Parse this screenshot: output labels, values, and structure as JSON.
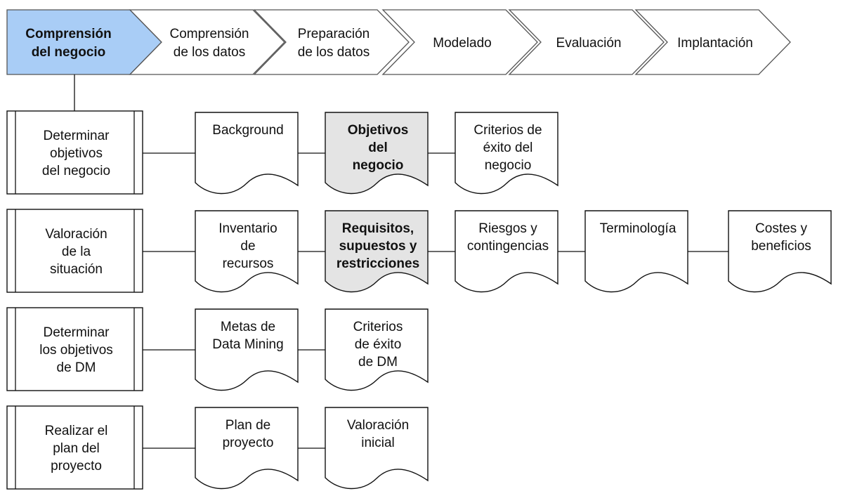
{
  "phases": [
    {
      "lines": [
        "Comprensión",
        "del negocio"
      ],
      "active": true
    },
    {
      "lines": [
        "Comprensión",
        "de los datos"
      ],
      "active": false
    },
    {
      "lines": [
        "Preparación",
        "de los datos"
      ],
      "active": false
    },
    {
      "lines": [
        "Modelado"
      ],
      "active": false
    },
    {
      "lines": [
        "Evaluación"
      ],
      "active": false
    },
    {
      "lines": [
        "Implantación"
      ],
      "active": false
    }
  ],
  "rows": [
    {
      "task": [
        "Determinar",
        "objetivos",
        "del negocio"
      ],
      "outputs": [
        {
          "lines": [
            "Background"
          ],
          "highlight": false
        },
        {
          "lines": [
            "Objetivos",
            "del",
            "negocio"
          ],
          "highlight": true
        },
        {
          "lines": [
            "Criterios de",
            "éxito del",
            "negocio"
          ],
          "highlight": false
        }
      ]
    },
    {
      "task": [
        "Valoración",
        "de la",
        "situación"
      ],
      "outputs": [
        {
          "lines": [
            "Inventario",
            "de",
            "recursos"
          ],
          "highlight": false
        },
        {
          "lines": [
            "Requisitos,",
            "supuestos y",
            "restricciones"
          ],
          "highlight": true
        },
        {
          "lines": [
            "Riesgos y",
            "contingencias"
          ],
          "highlight": false
        },
        {
          "lines": [
            "Terminología"
          ],
          "highlight": false
        },
        {
          "lines": [
            "Costes y",
            "beneficios"
          ],
          "highlight": false
        }
      ]
    },
    {
      "task": [
        "Determinar",
        "los objetivos",
        "de DM"
      ],
      "outputs": [
        {
          "lines": [
            "Metas de",
            "Data Mining"
          ],
          "highlight": false
        },
        {
          "lines": [
            "Criterios",
            "de éxito",
            "de DM"
          ],
          "highlight": false
        }
      ]
    },
    {
      "task": [
        "Realizar el",
        "plan del",
        "proyecto"
      ],
      "outputs": [
        {
          "lines": [
            "Plan de",
            "proyecto"
          ],
          "highlight": false
        },
        {
          "lines": [
            "Valoración",
            "inicial"
          ],
          "highlight": false
        }
      ]
    }
  ],
  "colors": {
    "active_phase": "#a9cdf6",
    "phase_fill": "#ffffff",
    "highlight_doc": "#e4e4e4",
    "doc_fill": "#ffffff",
    "line": "#111111"
  }
}
